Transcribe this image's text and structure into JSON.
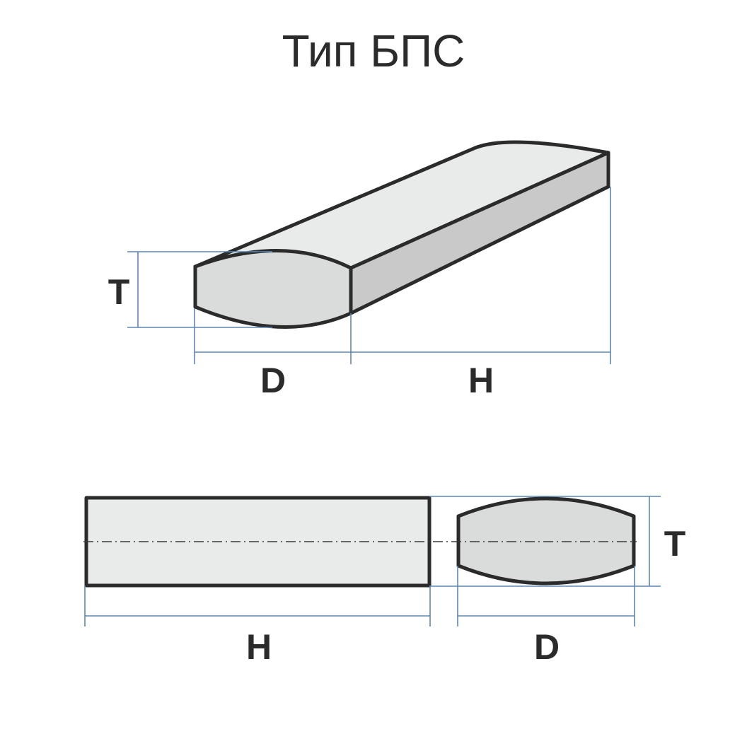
{
  "title": "Тип БПС",
  "labels": {
    "iso_thickness": "T",
    "iso_width": "D",
    "iso_length": "H",
    "front_length": "H",
    "front_width": "D",
    "front_thickness": "T"
  },
  "colors": {
    "outline": "#2b2b2b",
    "dimension_line": "#5b87b4",
    "top_face": "#e9ebea",
    "end_face": "#dadbdb",
    "side_face": "#c8c9c8",
    "front_face": "#e9ebea"
  }
}
